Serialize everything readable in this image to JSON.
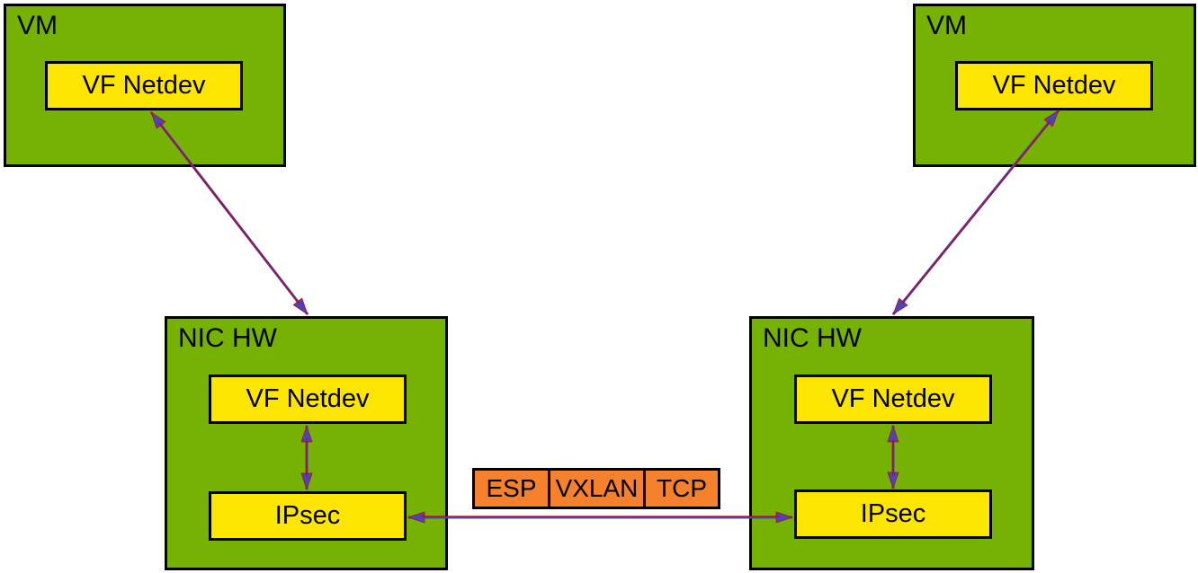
{
  "diagram": {
    "boxes": {
      "vm_left": {
        "title": "VM",
        "vf_netdev": "VF Netdev"
      },
      "vm_right": {
        "title": "VM",
        "vf_netdev": "VF Netdev"
      },
      "nic_left": {
        "title": "NIC HW",
        "vf_netdev": "VF Netdev",
        "ipsec": "IPsec"
      },
      "nic_right": {
        "title": "NIC HW",
        "vf_netdev": "VF Netdev",
        "ipsec": "IPsec"
      }
    },
    "packet": {
      "segments": [
        "ESP",
        "VXLAN",
        "TCP"
      ]
    },
    "colors": {
      "box_green": "#76B204",
      "box_yellow": "#FCE500",
      "box_orange": "#F5812C",
      "arrow_blue": "#4646C0",
      "arrow_red": "#CC0000",
      "border": "#000000",
      "background": "#FFFFFF",
      "text": "#000000"
    }
  }
}
